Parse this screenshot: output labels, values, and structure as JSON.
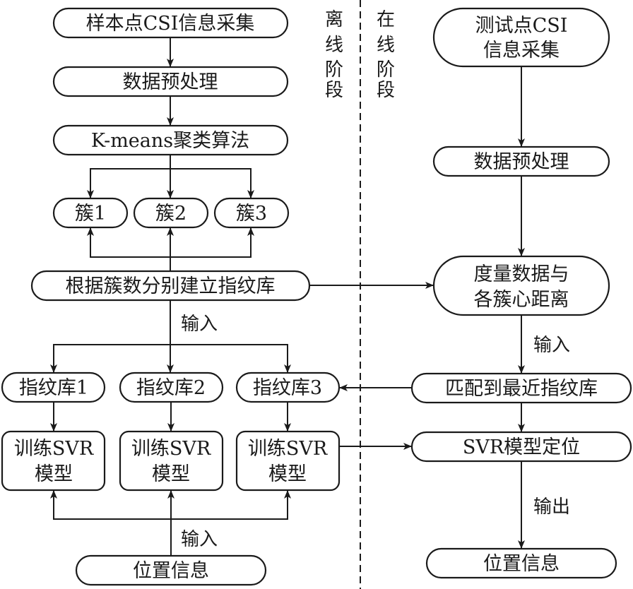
{
  "stages": {
    "offline": [
      "离",
      "线",
      "阶",
      "段"
    ],
    "online": [
      "在",
      "线",
      "阶",
      "段"
    ]
  },
  "offline": {
    "collect": "样本点CSI信息采集",
    "preprocess": "数据预处理",
    "kmeans": "K-means聚类算法",
    "clusters": [
      "簇1",
      "簇2",
      "簇3"
    ],
    "build_db": "根据簇数分别建立指纹库",
    "input_label_1": "输入",
    "fingerprint_dbs": [
      "指纹库1",
      "指纹库2",
      "指纹库3"
    ],
    "train_models": [
      [
        "训练SVR",
        "模型"
      ],
      [
        "训练SVR",
        "模型"
      ],
      [
        "训练SVR",
        "模型"
      ]
    ],
    "input_label_2": "输入",
    "position_info": "位置信息"
  },
  "online": {
    "collect": [
      "测试点CSI",
      "信息采集"
    ],
    "preprocess": "数据预处理",
    "measure": [
      "度量数据与",
      "各簇心距离"
    ],
    "input_label": "输入",
    "match": "匹配到最近指纹库",
    "locate": "SVR模型定位",
    "output_label": "输出",
    "position_info": "位置信息"
  }
}
